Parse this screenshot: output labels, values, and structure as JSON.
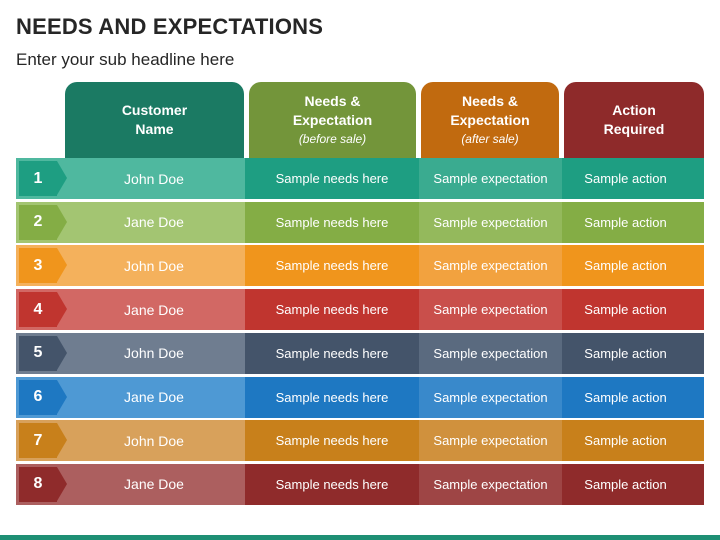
{
  "title": "NEEDS AND EXPECTATIONS",
  "subtitle": "Enter your sub headline here",
  "headers": {
    "customer": "Customer\nName",
    "needs_main": "Needs &\nExpectation",
    "needs_sub": "(before sale)",
    "exp_main": "Needs &\nExpectation",
    "exp_sub": "(after sale)",
    "action": "Action\nRequired"
  },
  "colors": {
    "header_customer": "#1b7a63",
    "header_needs": "#73953a",
    "header_expectation": "#c16a0f",
    "header_action": "#8e2a2a",
    "bottom_bar": "#1e8f74"
  },
  "rows": [
    {
      "num": "1",
      "name": "John Doe",
      "needs": "Sample needs here",
      "expectation": "Sample expectation",
      "action": "Sample action",
      "color": "#1e9e82",
      "light": "#4fb89f",
      "mid": "#3aab90"
    },
    {
      "num": "2",
      "name": "Jane Doe",
      "needs": "Sample needs here",
      "expectation": "Sample expectation",
      "action": "Sample action",
      "color": "#84ad45",
      "light": "#a3c572",
      "mid": "#94b95c"
    },
    {
      "num": "3",
      "name": "John Doe",
      "needs": "Sample needs here",
      "expectation": "Sample expectation",
      "action": "Sample action",
      "color": "#f0951c",
      "light": "#f4b15c",
      "mid": "#f2a23f"
    },
    {
      "num": "4",
      "name": "Jane Doe",
      "needs": "Sample needs here",
      "expectation": "Sample expectation",
      "action": "Sample action",
      "color": "#c0352f",
      "light": "#d26864",
      "mid": "#c94f4b"
    },
    {
      "num": "5",
      "name": "John Doe",
      "needs": "Sample needs here",
      "expectation": "Sample expectation",
      "action": "Sample action",
      "color": "#44546a",
      "light": "#6f7d90",
      "mid": "#5a6a7f"
    },
    {
      "num": "6",
      "name": "Jane Doe",
      "needs": "Sample needs here",
      "expectation": "Sample expectation",
      "action": "Sample action",
      "color": "#1e78c2",
      "light": "#4e99d4",
      "mid": "#3989cb"
    },
    {
      "num": "7",
      "name": "John Doe",
      "needs": "Sample needs here",
      "expectation": "Sample expectation",
      "action": "Sample action",
      "color": "#c8801b",
      "light": "#d8a15b",
      "mid": "#d0913d"
    },
    {
      "num": "8",
      "name": "Jane Doe",
      "needs": "Sample needs here",
      "expectation": "Sample expectation",
      "action": "Sample action",
      "color": "#8f2b2b",
      "light": "#ac5f5f",
      "mid": "#9e4545"
    }
  ]
}
